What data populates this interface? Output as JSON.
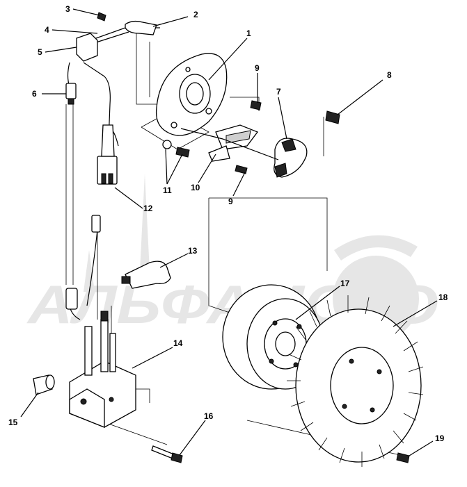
{
  "watermark": {
    "text": "АЛЬФАМОТО"
  },
  "callouts": [
    "1",
    "2",
    "3",
    "4",
    "5",
    "6",
    "7",
    "8",
    "9",
    "9",
    "10",
    "11",
    "12",
    "13",
    "14",
    "15",
    "16",
    "17",
    "18",
    "19"
  ],
  "colors": {
    "ink": "#000000",
    "watermark": "#e6e6e6",
    "background": "#ffffff"
  }
}
